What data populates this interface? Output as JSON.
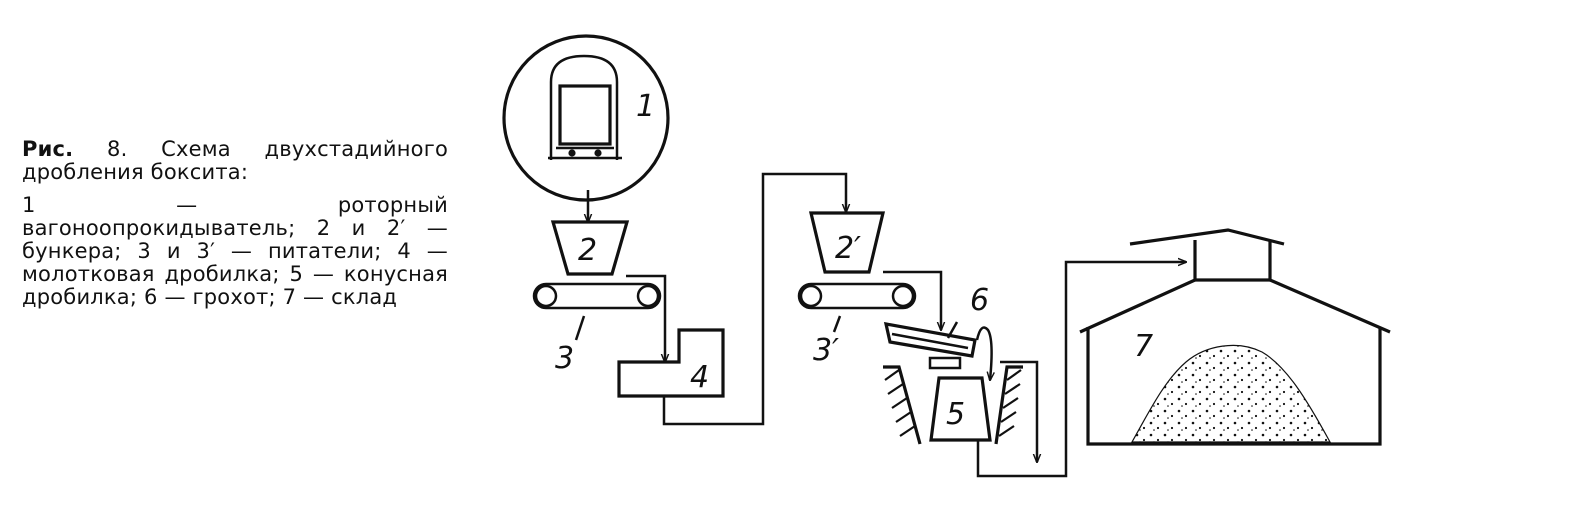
{
  "caption": {
    "title_lead": "Рис.",
    "title_rest": " 8. Схема двухстадийного дробления боксита:",
    "legend": "1 — роторный вагоноопрокидыватель; 2 и 2′ — бункера; 3 и 3′ — питатели; 4 — молотковая дробилка; 5 — конусная дробилка; 6 — грохот; 7 — склад"
  },
  "labels": {
    "tippler": "1",
    "bunker": "2",
    "bunker2": "2′",
    "feeder": "3",
    "feeder2": "3′",
    "hammer_crusher": "4",
    "cone_crusher": "5",
    "screen": "6",
    "warehouse": "7"
  }
}
